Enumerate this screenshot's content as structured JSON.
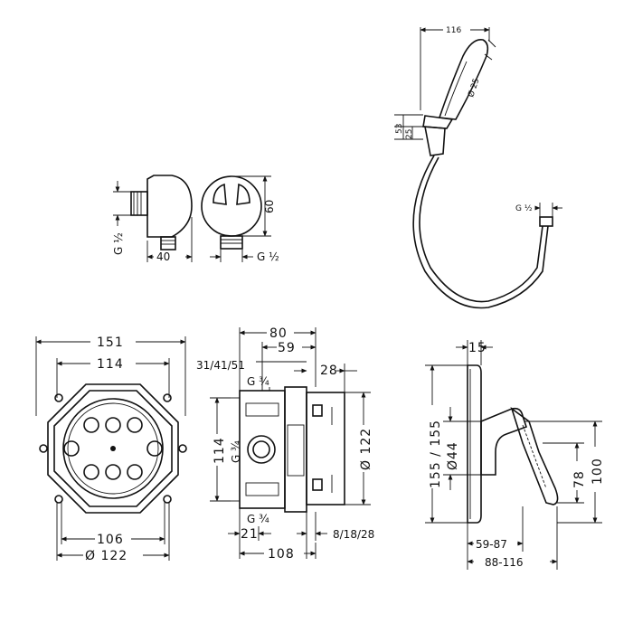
{
  "outlet": {
    "dim_width": "40",
    "dim_height": "60",
    "dim_thread_left": "G ½",
    "dim_thread_bottom": "G ½"
  },
  "handshower": {
    "dim_length": "116",
    "dim_diameter": "Ø 25",
    "dim_53": "53",
    "dim_25": "25",
    "dim_hose_thread": "G ½"
  },
  "box": {
    "dim_151": "151",
    "dim_114": "114",
    "dim_106": "106",
    "dim_122": "Ø 122"
  },
  "side": {
    "dim_80": "80",
    "dim_59": "59",
    "dim_313141": "31/41/51",
    "dim_28": "28",
    "dim_g34_top": "G ¾",
    "dim_114": "114",
    "dim_g34_left": "G ¾",
    "dim_122": "Ø 122",
    "dim_g34_bottom": "G ¾",
    "dim_21": "21",
    "dim_81828": "8/18/28",
    "dim_108": "108"
  },
  "mixer": {
    "dim_15": "15",
    "dim_155": "155 / 155",
    "dim_44": "Ø44",
    "dim_78": "78",
    "dim_100": "100",
    "dim_5987": "59-87",
    "dim_88116": "88-116"
  }
}
